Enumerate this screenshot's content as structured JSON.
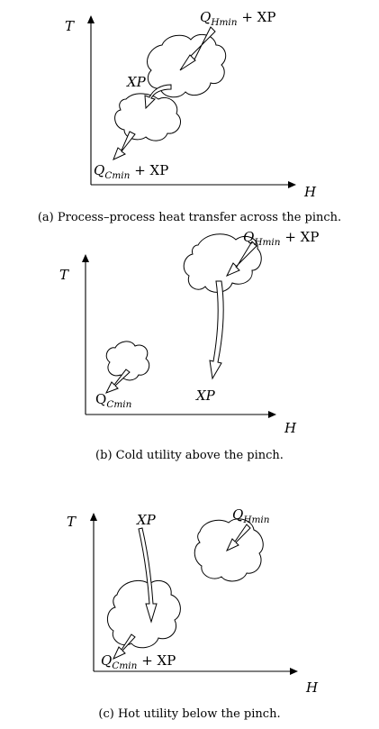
{
  "panels": [
    {
      "caption": "(a) Process–process heat transfer across the pinch.",
      "axis_y": "T",
      "axis_x": "H",
      "top_label": {
        "main": "Q",
        "sub": "Hmin",
        "tail": " + XP"
      },
      "mid_label": "XP",
      "bottom_label": {
        "main": "Q",
        "sub": "Cmin",
        "tail": " + XP"
      }
    },
    {
      "caption": "(b) Cold utility above the pinch.",
      "axis_y": "T",
      "axis_x": "H",
      "top_label": {
        "main": "Q",
        "sub": "Hmin",
        "tail": " + XP"
      },
      "mid_label": "XP",
      "bottom_label": {
        "main": "Q",
        "sub": "Cmin"
      }
    },
    {
      "caption": "(c) Hot utility below the pinch.",
      "axis_y": "T",
      "axis_x": "H",
      "top_label": {
        "main": "Q",
        "sub": "Hmin"
      },
      "mid_label": "XP",
      "bottom_label": {
        "main": "Q",
        "sub": "Cmin",
        "tail": " + XP"
      }
    }
  ]
}
